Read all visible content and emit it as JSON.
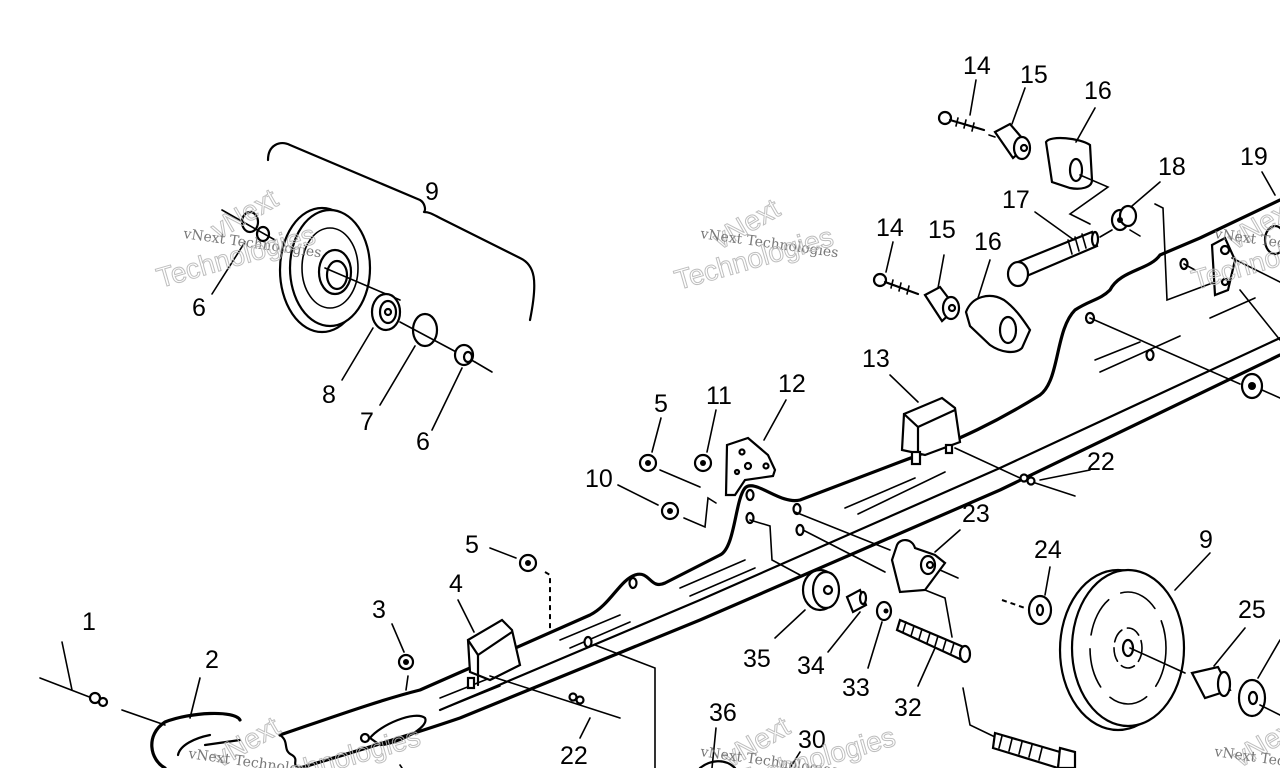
{
  "diagram": {
    "type": "exploded-parts-diagram",
    "subject": "snowmobile rear suspension rail assembly",
    "callouts": [
      {
        "id": "c1",
        "label": "1"
      },
      {
        "id": "c2",
        "label": "2"
      },
      {
        "id": "c3",
        "label": "3"
      },
      {
        "id": "c4",
        "label": "4"
      },
      {
        "id": "c5a",
        "label": "5"
      },
      {
        "id": "c5b",
        "label": "5"
      },
      {
        "id": "c6a",
        "label": "6"
      },
      {
        "id": "c6b",
        "label": "6"
      },
      {
        "id": "c7",
        "label": "7"
      },
      {
        "id": "c8",
        "label": "8"
      },
      {
        "id": "c9a",
        "label": "9"
      },
      {
        "id": "c9b",
        "label": "9"
      },
      {
        "id": "c10",
        "label": "10"
      },
      {
        "id": "c11",
        "label": "11"
      },
      {
        "id": "c12",
        "label": "12"
      },
      {
        "id": "c13",
        "label": "13"
      },
      {
        "id": "c14a",
        "label": "14"
      },
      {
        "id": "c14b",
        "label": "14"
      },
      {
        "id": "c15a",
        "label": "15"
      },
      {
        "id": "c15b",
        "label": "15"
      },
      {
        "id": "c16a",
        "label": "16"
      },
      {
        "id": "c16b",
        "label": "16"
      },
      {
        "id": "c17",
        "label": "17"
      },
      {
        "id": "c18",
        "label": "18"
      },
      {
        "id": "c19",
        "label": "19"
      },
      {
        "id": "c22a",
        "label": "22"
      },
      {
        "id": "c22b",
        "label": "22"
      },
      {
        "id": "c23",
        "label": "23"
      },
      {
        "id": "c24",
        "label": "24"
      },
      {
        "id": "c25",
        "label": "25"
      },
      {
        "id": "c30",
        "label": "30"
      },
      {
        "id": "c32",
        "label": "32"
      },
      {
        "id": "c33",
        "label": "33"
      },
      {
        "id": "c34",
        "label": "34"
      },
      {
        "id": "c35",
        "label": "35"
      },
      {
        "id": "c36",
        "label": "36"
      }
    ],
    "watermark": {
      "line1": "vNext Technologies",
      "big_top": "vNext",
      "big_bottom": "Technologies"
    }
  }
}
